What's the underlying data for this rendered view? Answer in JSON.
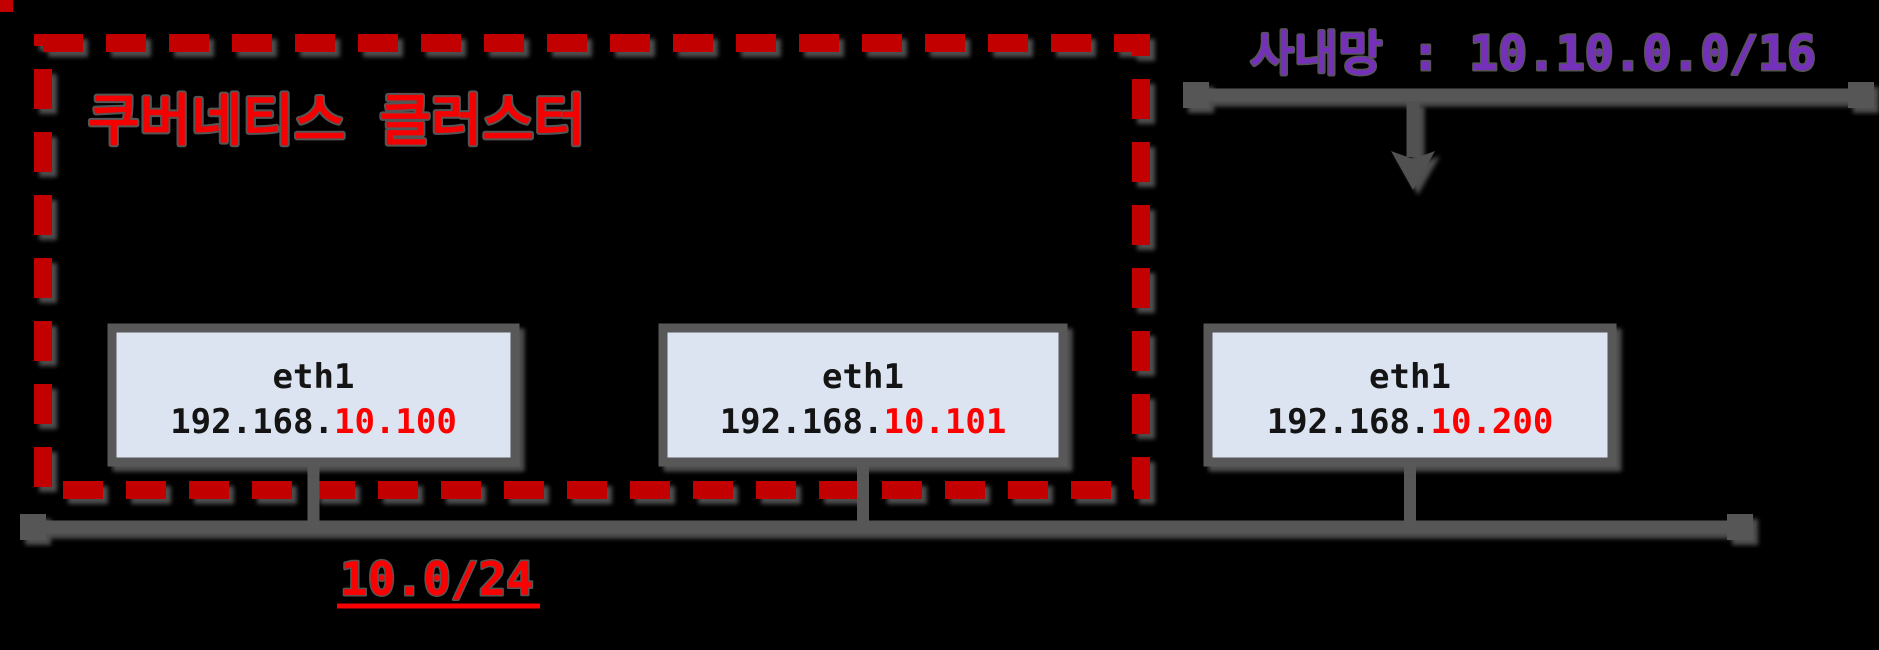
{
  "cluster": {
    "title": "쿠버네티스 클러스터",
    "title_color": "#f50000",
    "border_color": "#c20000"
  },
  "intranet": {
    "label": "사내망 : 10.10.0.0/16",
    "label_color": "#7430b8"
  },
  "nodes": [
    {
      "interface": "eth1",
      "ip_prefix": "192.168.",
      "ip_suffix": "10.100"
    },
    {
      "interface": "eth1",
      "ip_prefix": "192.168.",
      "ip_suffix": "10.101"
    },
    {
      "interface": "eth1",
      "ip_prefix": "192.168.",
      "ip_suffix": "10.200"
    }
  ],
  "node_subnet": {
    "label": "10.0/24",
    "label_color": "#fa0000"
  },
  "colors": {
    "background": "#000000",
    "bus_gray": "#565656",
    "connector_gray": "#575757",
    "node_fill": "#dce4f1",
    "node_border": "#585858",
    "node_text": "#141414",
    "ip_highlight": "#ff0000"
  }
}
